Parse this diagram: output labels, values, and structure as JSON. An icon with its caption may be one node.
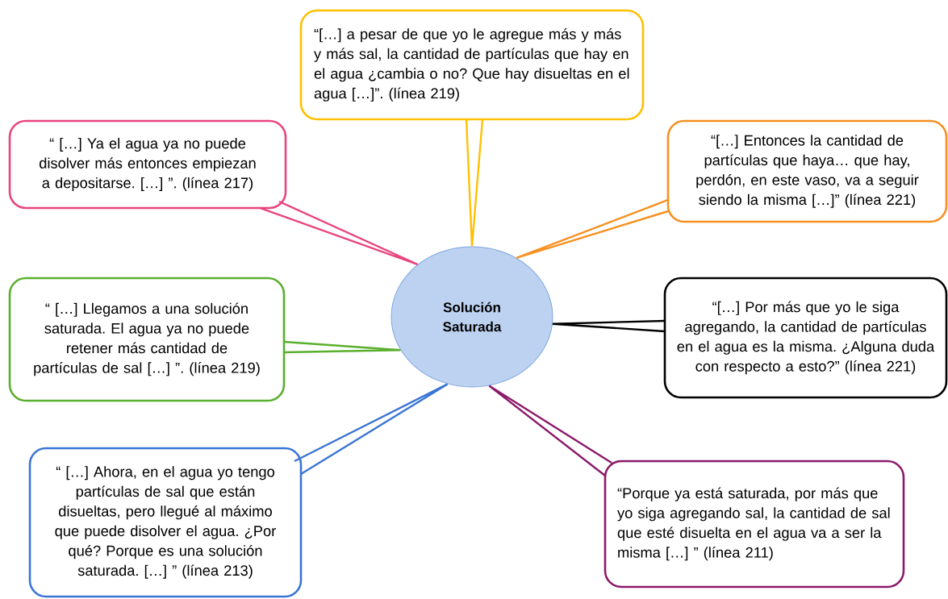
{
  "diagram": {
    "nodes": [
      {
        "text": [
          "Solución Saturada"
        ]
      },
      {
        "text": [
          "“[…] a pesar de que yo le agregue más y más y más sal, la cantidad de partículas que hay en el agua ¿cambia o no? Que hay disueltas en el agua […]”. (línea 219)"
        ]
      },
      {
        "text": [
          "“ […]  Ya el agua ya no puede disolver más entonces empiezan a depositarse. […] ”. (línea 217)"
        ]
      },
      {
        "text": [
          "“[…] Entonces la cantidad de partículas que haya… que hay, perdón, en este vaso, va a seguir siendo la misma […]” (línea 221)"
        ]
      },
      {
        "text": [
          "“ […] Llegamos a una solución saturada. El agua ya no puede retener más cantidad de partículas de sal […] ”. (línea 219)"
        ]
      },
      {
        "text": [
          "“[…] Por más que yo le siga agregando, la cantidad de partículas en el agua es la misma. ¿Alguna duda con respecto a esto?” (línea 221)"
        ]
      },
      {
        "text": [
          "“ […] Ahora, en el agua yo tengo partículas de sal que están disueltas, pero llegué al máximo que puede disolver el agua. ¿Por qué? Porque es una solución saturada.  […] ” (línea 213)"
        ]
      },
      {
        "text": [
          "“Porque ya está saturada, por más que yo siga agregando sal, la cantidad de sal que esté disuelta en el agua va a ser la misma […] ” (línea 211)"
        ]
      }
    ],
    "edges": [
      {
        "from": 1,
        "to": 0,
        "arrow": "none",
        "color": "#ffc000"
      },
      {
        "from": 2,
        "to": 0,
        "arrow": "none",
        "color": "#e8457f"
      },
      {
        "from": 3,
        "to": 0,
        "arrow": "none",
        "color": "#f79021"
      },
      {
        "from": 4,
        "to": 0,
        "arrow": "none",
        "color": "#5aaf2e"
      },
      {
        "from": 5,
        "to": 0,
        "arrow": "none",
        "color": "#000000"
      },
      {
        "from": 6,
        "to": 0,
        "arrow": "none",
        "color": "#3a75d4"
      },
      {
        "from": 7,
        "to": 0,
        "arrow": "none",
        "color": "#8b1a6b"
      }
    ]
  }
}
